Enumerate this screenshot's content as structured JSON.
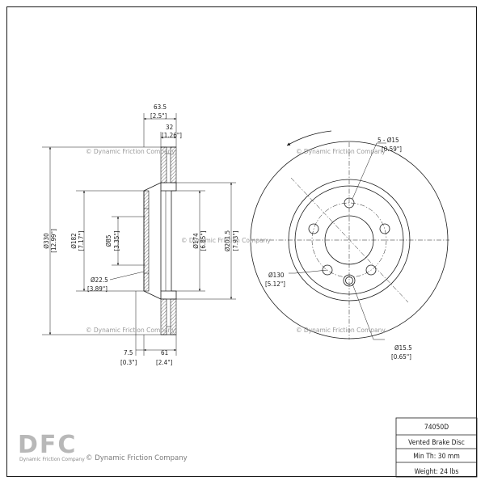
{
  "side_view": {
    "dim_overall_width": "63.5",
    "dim_overall_width_in": "[2.5\"]",
    "dim_hat_width": "32",
    "dim_hat_width_in": "[1.26\"]",
    "dim_outer_dia": "Ø330",
    "dim_outer_dia_in": "[12.99\"]",
    "dim_dia_182": "Ø182",
    "dim_dia_182_in": "[7.17\"]",
    "dim_dia_85": "Ø85",
    "dim_dia_85_in": "[3.35\"]",
    "dim_dia_22_5": "Ø22.5",
    "dim_dia_22_5_in": "[3.89\"]",
    "dim_dia_174": "Ø174",
    "dim_dia_174_in": "[6.85\"]",
    "dim_dia_201_5": "Ø201.5",
    "dim_dia_201_5_in": "[7.93\"]",
    "dim_offset_7_5": "7.5",
    "dim_offset_7_5_in": "[0.3\"]",
    "dim_offset_61": "61",
    "dim_offset_61_in": "[2.4\"]"
  },
  "front_view": {
    "bolt_callout": "5 - Ø15",
    "bolt_callout_in": "[0.59\"]",
    "pcd": "Ø130",
    "pcd_in": "[5.12\"]",
    "pin_hole": "Ø15.5",
    "pin_hole_in": "[0.65\"]"
  },
  "watermark": "© Dynamic Friction Company",
  "title_block": {
    "part_number": "74050D",
    "description": "Vented Brake Disc",
    "min_thickness": "Min Th: 30 mm",
    "weight": "Weight: 24 lbs"
  },
  "branding": {
    "logo_text": "DFC",
    "logo_subtitle": "Dynamic Friction Company",
    "copyright": "© Dynamic Friction Company"
  }
}
